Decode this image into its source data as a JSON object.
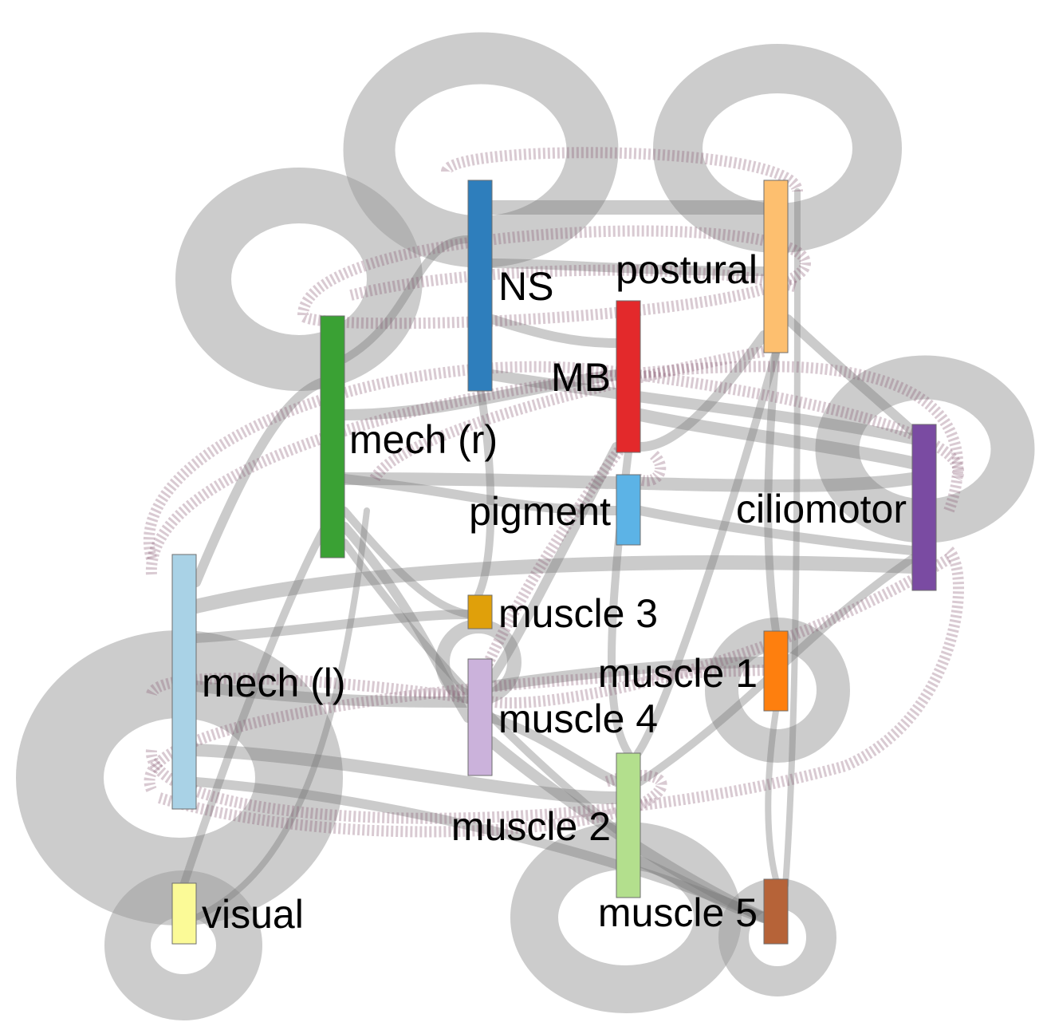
{
  "nodes": [
    {
      "id": "ns",
      "label": "NS",
      "color": "#2e7ebc"
    },
    {
      "id": "postural",
      "label": "postural",
      "color": "#fdbf6f"
    },
    {
      "id": "mb",
      "label": "MB",
      "color": "#e3292b"
    },
    {
      "id": "mech_r",
      "label": "mech (r)",
      "color": "#3aa134"
    },
    {
      "id": "pigment",
      "label": "pigment",
      "color": "#5cb3e6"
    },
    {
      "id": "ciliomotor",
      "label": "ciliomotor",
      "color": "#7a4ba2"
    },
    {
      "id": "muscle3",
      "label": "muscle 3",
      "color": "#e0a00a"
    },
    {
      "id": "mech_l",
      "label": "mech (l)",
      "color": "#a9d2e6"
    },
    {
      "id": "muscle1",
      "label": "muscle 1",
      "color": "#fe7f0e"
    },
    {
      "id": "muscle4",
      "label": "muscle 4",
      "color": "#cbb2db"
    },
    {
      "id": "muscle2",
      "label": "muscle 2",
      "color": "#b3df8d"
    },
    {
      "id": "visual",
      "label": "visual",
      "color": "#fbfa97"
    },
    {
      "id": "muscle5",
      "label": "muscle 5",
      "color": "#b66338"
    }
  ],
  "colors": {
    "edge": "#777777",
    "self_loop": "#9a9a9a",
    "ribbon": "#8a5a72"
  }
}
